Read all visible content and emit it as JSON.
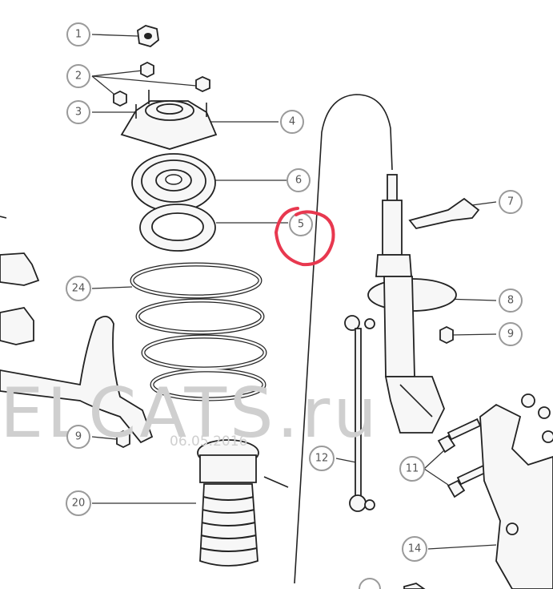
{
  "callouts": [
    {
      "id": "c1",
      "label": "1"
    },
    {
      "id": "c2",
      "label": "2"
    },
    {
      "id": "c3",
      "label": "3"
    },
    {
      "id": "c4",
      "label": "4"
    },
    {
      "id": "c5",
      "label": "5"
    },
    {
      "id": "c6",
      "label": "6"
    },
    {
      "id": "c7",
      "label": "7"
    },
    {
      "id": "c8",
      "label": "8"
    },
    {
      "id": "c9a",
      "label": "9"
    },
    {
      "id": "c9b",
      "label": "9"
    },
    {
      "id": "c11",
      "label": "11"
    },
    {
      "id": "c12",
      "label": "12"
    },
    {
      "id": "c14",
      "label": "14"
    },
    {
      "id": "c20",
      "label": "20"
    },
    {
      "id": "c24",
      "label": "24"
    }
  ],
  "watermark": {
    "site": "ELCATS.ru",
    "date": "06.05.2016"
  },
  "highlight": {
    "color": "#e8384f",
    "target": "5"
  }
}
